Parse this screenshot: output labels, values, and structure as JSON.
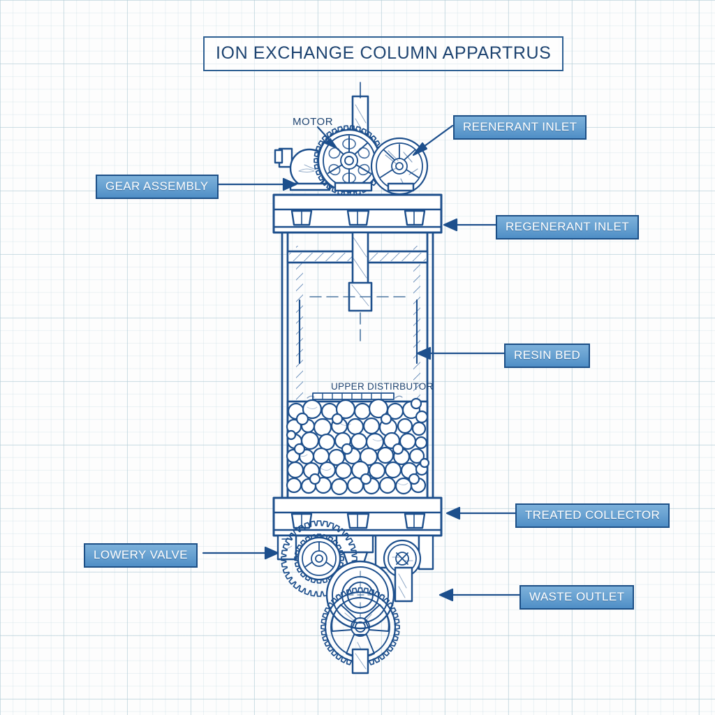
{
  "page": {
    "kind": "blueprint-technical-diagram",
    "background": "#fdfdfd",
    "grid_color": "#b4cdd7",
    "ink_color": "#1d4f8c",
    "accent_fill": "#6aa3d2",
    "accent_border": "#1c4f86",
    "label_text_color": "#ffffff"
  },
  "title": {
    "text": "ION EXCHANGE COLUMN APPARTRUS",
    "border_color": "#2d5f92",
    "text_color": "#1d4370"
  },
  "plain_labels": [
    {
      "id": "motor",
      "text": "MOTOR"
    },
    {
      "id": "upper-distributor",
      "text": "UPPER DISTIRBUTOR"
    }
  ],
  "callouts": [
    {
      "id": "gear-assembly",
      "text": "GEAR ASSEMBLY",
      "side": "left"
    },
    {
      "id": "lowery-valve",
      "text": "LOWERY VALVE",
      "side": "left"
    },
    {
      "id": "reenerant-inlet",
      "text": "REENERANT INLET",
      "side": "right"
    },
    {
      "id": "regenerant-inlet",
      "text": "REGENERANT INLET",
      "side": "right"
    },
    {
      "id": "resin-bed",
      "text": "RESIN BED",
      "side": "right"
    },
    {
      "id": "treated-collector",
      "text": "TREATED COLLECTOR",
      "side": "right"
    },
    {
      "id": "waste-outlet",
      "text": "WASTE OUTLET",
      "side": "right"
    }
  ],
  "apparatus": {
    "components": [
      "drive-motor",
      "gear-train",
      "drive-shaft",
      "top-flange",
      "column-vessel",
      "upper-distributor-plate",
      "resin-bed-packing",
      "bottom-flange",
      "valve-gear-assembly",
      "waste-outlet-pipe"
    ],
    "resin_bead_count": 96
  }
}
